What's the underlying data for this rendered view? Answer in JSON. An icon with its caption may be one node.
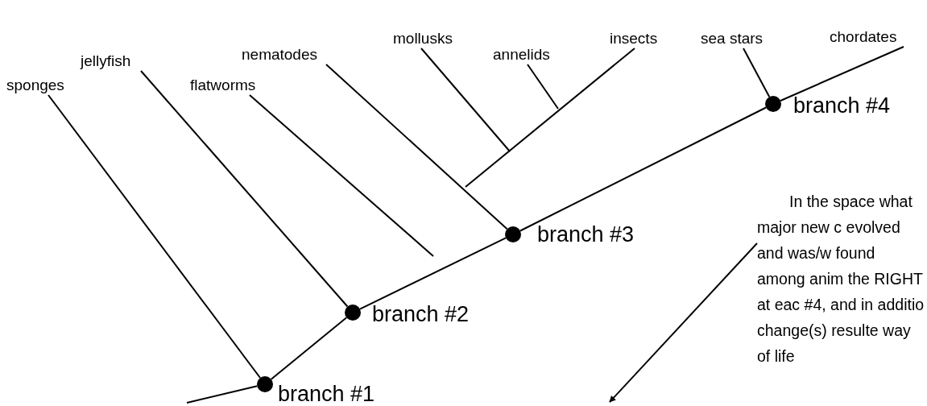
{
  "diagram": {
    "nodes": [
      {
        "text": [
          "sponges"
        ]
      },
      {
        "text": [
          "jellyfish"
        ]
      },
      {
        "text": [
          "flatworms"
        ]
      },
      {
        "text": [
          "nematodes"
        ]
      },
      {
        "text": [
          "mollusks"
        ]
      },
      {
        "text": [
          "annelids"
        ]
      },
      {
        "text": [
          "insects"
        ]
      },
      {
        "text": [
          "sea stars"
        ]
      },
      {
        "text": [
          "chordates"
        ]
      },
      {
        "text": [],
        "shape": "circle",
        "beside": [
          "branch #1"
        ]
      },
      {
        "text": [],
        "shape": "circle",
        "beside": [
          "branch #2"
        ]
      },
      {
        "text": [],
        "shape": "circle",
        "beside": [
          "branch #3"
        ]
      },
      {
        "text": [],
        "shape": "circle",
        "beside": [
          "branch #4"
        ]
      },
      {
        "text": [
          "In the space what major new c evolved and was/w found among anim the RIGHT at eac #4, and in additio change(s) resulte way of life"
        ]
      }
    ],
    "edges": [
      {
        "from": null,
        "to": 9,
        "arrow": "none"
      },
      {
        "from": 9,
        "to": 10,
        "arrow": "none"
      },
      {
        "from": 10,
        "to": 11,
        "arrow": "none"
      },
      {
        "from": 11,
        "to": 12,
        "arrow": "none"
      },
      {
        "from": 12,
        "to": 8,
        "arrow": "none"
      },
      {
        "from": 0,
        "to": 9,
        "arrow": "none"
      },
      {
        "from": 1,
        "to": 10,
        "arrow": "none"
      },
      {
        "from": 2,
        "to": null,
        "arrow": "none"
      },
      {
        "from": 3,
        "to": 11,
        "arrow": "none"
      },
      {
        "from": 4,
        "to": null,
        "arrow": "none"
      },
      {
        "from": 5,
        "to": null,
        "arrow": "none"
      },
      {
        "from": 6,
        "to": null,
        "arrow": "none"
      },
      {
        "from": 7,
        "to": 12,
        "arrow": "none"
      },
      {
        "from": 13,
        "to": null,
        "arrow": "to"
      }
    ]
  }
}
